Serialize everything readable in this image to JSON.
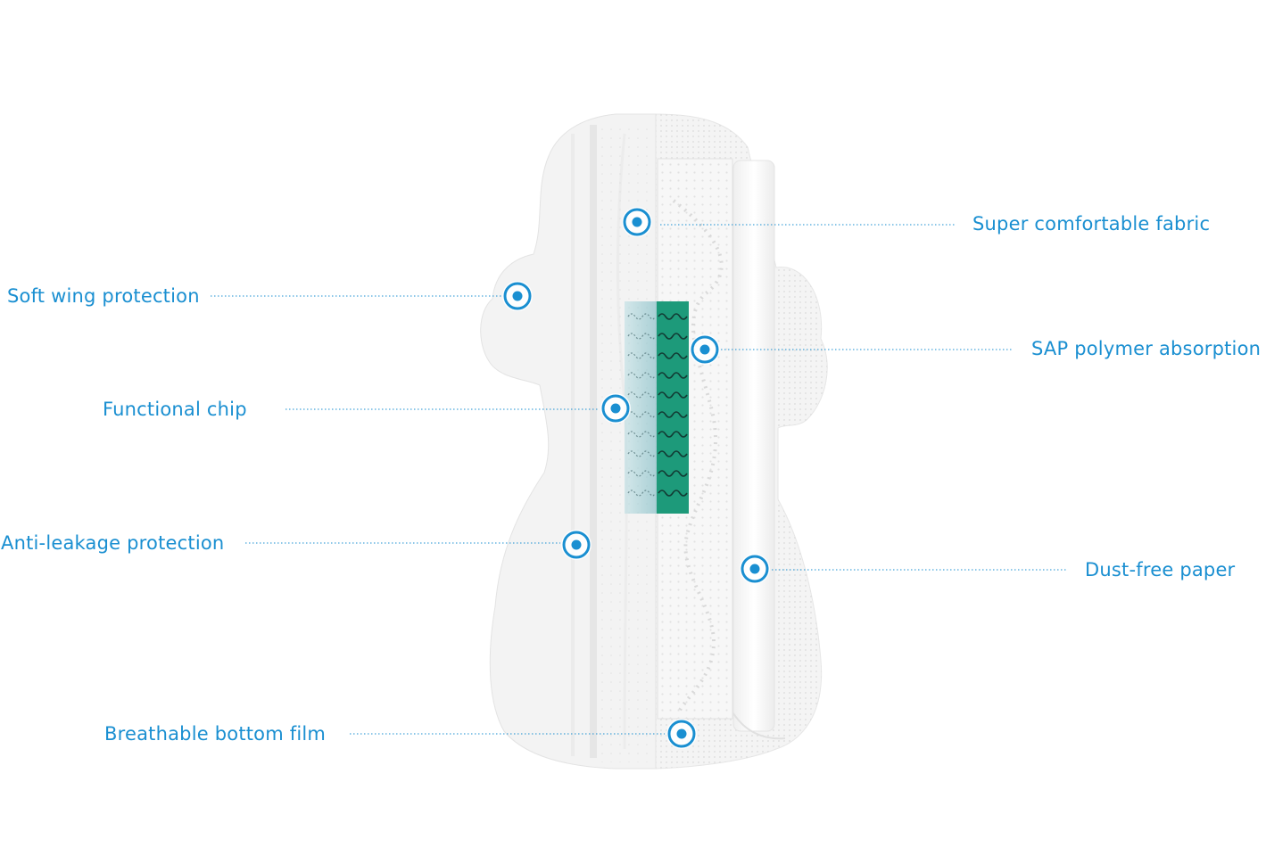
{
  "colors": {
    "accent": "#1a8fd1",
    "chip_green": "#1d9a7a",
    "chip_light": "#8ec5cf",
    "pad_body": "#f2f2f2",
    "pad_shadow": "#e4e4e4",
    "paper": "#fafafa"
  },
  "icons": {
    "marker": "target-marker-icon"
  },
  "labels": {
    "super_comfortable_fabric": "Super comfortable fabric",
    "soft_wing_protection": "Soft wing protection",
    "sap_polymer_absorption": "SAP polymer absorption",
    "functional_chip": "Functional chip",
    "anti_leakage_protection": "Anti-leakage protection",
    "dust_free_paper": "Dust-free paper",
    "breathable_bottom_film": "Breathable bottom film"
  }
}
